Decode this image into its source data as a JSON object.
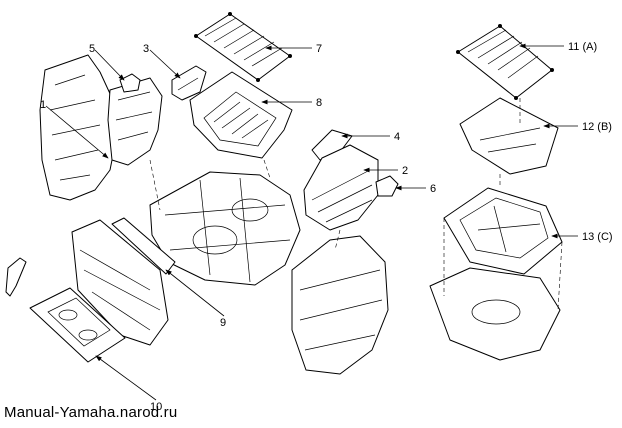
{
  "callouts": {
    "c1": "1",
    "c2": "2",
    "c3": "3",
    "c4": "4",
    "c5": "5",
    "c6": "6",
    "c7": "7",
    "c8": "8",
    "c9": "9",
    "c10": "10",
    "c11": "11 (A)",
    "c12": "12 (B)",
    "c13": "13 (C)"
  },
  "watermark": "Manual-Yamaha.narod.ru"
}
